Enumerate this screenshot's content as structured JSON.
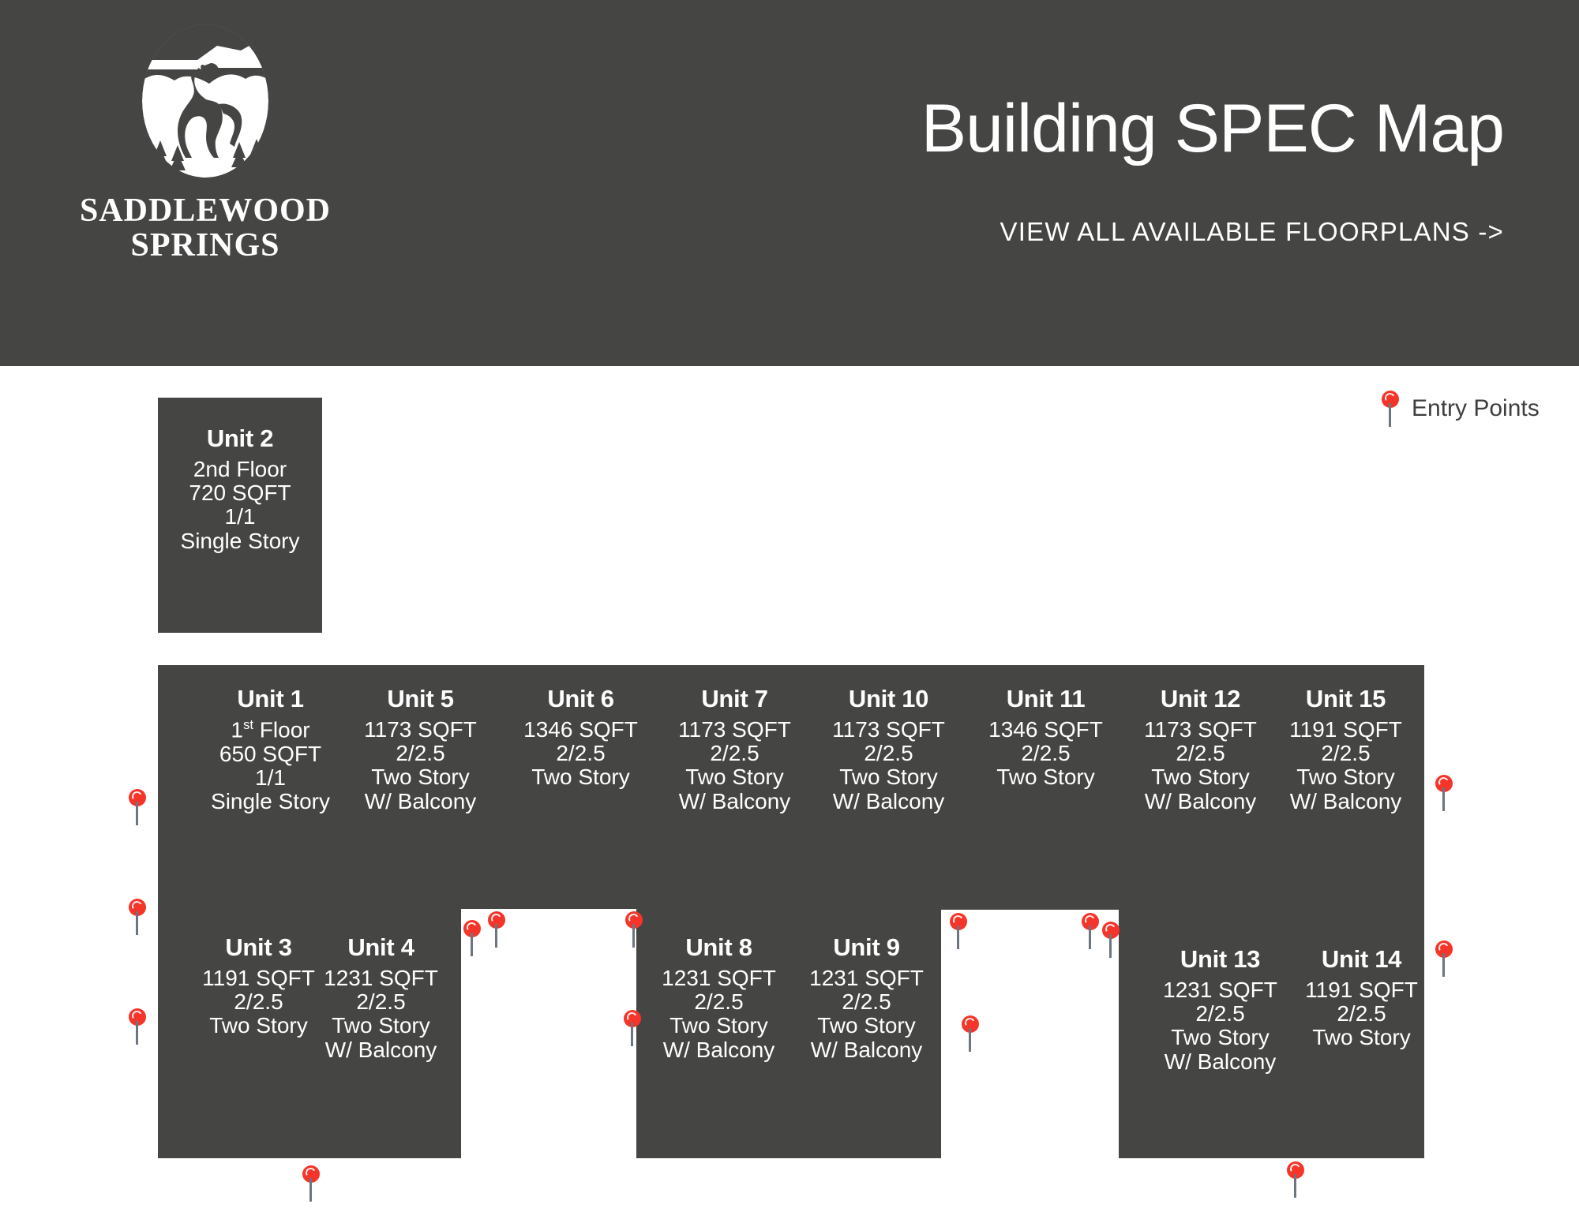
{
  "header": {
    "title": "Building SPEC Map",
    "subtitle": "VIEW ALL AVAILABLE FLOORPLANS ->",
    "logo": {
      "mark_icon": "horse-mountain-logo-icon",
      "line1": "SADDLEWOOD",
      "line2": "SPRINGS"
    },
    "background_color": "#454543"
  },
  "legend": {
    "pin_icon": "map-pin-icon",
    "label": "Entry Points",
    "pin_color": "#f5342a"
  },
  "standalone_unit": {
    "name": "Unit 2",
    "lines": [
      "2nd Floor",
      "720 SQFT",
      "1/1",
      "Single Story"
    ]
  },
  "building": {
    "fill_color": "#454543",
    "units": [
      {
        "id": "unit-1",
        "name": "Unit 1",
        "floor": "1st Floor",
        "lines": [
          "650 SQFT",
          "1/1",
          "Single Story"
        ]
      },
      {
        "id": "unit-5",
        "name": "Unit 5",
        "lines": [
          "1173  SQFT",
          "2/2.5",
          "Two Story",
          "W/ Balcony"
        ]
      },
      {
        "id": "unit-6",
        "name": "Unit 6",
        "lines": [
          "1346  SQFT",
          "2/2.5",
          "Two Story"
        ]
      },
      {
        "id": "unit-7",
        "name": "Unit 7",
        "lines": [
          "1173  SQFT",
          "2/2.5",
          "Two Story",
          "W/ Balcony"
        ]
      },
      {
        "id": "unit-10",
        "name": "Unit 10",
        "lines": [
          "1173  SQFT",
          "2/2.5",
          "Two Story",
          "W/ Balcony"
        ]
      },
      {
        "id": "unit-11",
        "name": "Unit 11",
        "lines": [
          "1346  SQFT",
          "2/2.5",
          "Two Story"
        ]
      },
      {
        "id": "unit-12",
        "name": "Unit 12",
        "lines": [
          "1173  SQFT",
          "2/2.5",
          "Two Story",
          "W/ Balcony"
        ]
      },
      {
        "id": "unit-15",
        "name": "Unit 15",
        "lines": [
          "1191  SQFT",
          "2/2.5",
          "Two Story",
          "W/ Balcony"
        ]
      },
      {
        "id": "unit-3",
        "name": "Unit 3",
        "lines": [
          "1191  SQFT",
          "2/2.5",
          "Two Story"
        ]
      },
      {
        "id": "unit-4",
        "name": "Unit 4",
        "lines": [
          "1231  SQFT",
          "2/2.5",
          "Two Story",
          "W/ Balcony"
        ]
      },
      {
        "id": "unit-8",
        "name": "Unit 8",
        "lines": [
          "1231  SQFT",
          "2/2.5",
          "Two Story",
          "W/ Balcony"
        ]
      },
      {
        "id": "unit-9",
        "name": "Unit 9",
        "lines": [
          "1231  SQFT",
          "2/2.5",
          "Two Story",
          "W/ Balcony"
        ]
      },
      {
        "id": "unit-13",
        "name": "Unit 13",
        "lines": [
          "1231  SQFT",
          "2/2.5",
          "Two Story",
          "W/ Balcony"
        ]
      },
      {
        "id": "unit-14",
        "name": "Unit 14",
        "lines": [
          "1191  SQFT",
          "2/2.5",
          "Two Story"
        ]
      }
    ]
  }
}
